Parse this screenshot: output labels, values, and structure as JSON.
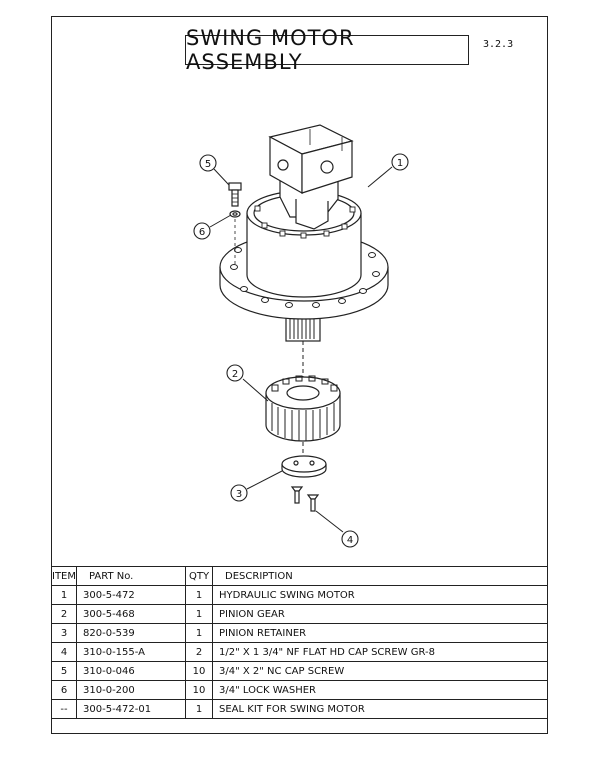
{
  "title": "SWING MOTOR ASSEMBLY",
  "page_ref": "3.2.3",
  "callouts": [
    "1",
    "2",
    "3",
    "4",
    "5",
    "6"
  ],
  "table": {
    "headers": [
      "ITEM",
      "PART No.",
      "QTY",
      "DESCRIPTION"
    ],
    "rows": [
      {
        "item": "1",
        "part": "300-5-472",
        "qty": "1",
        "desc": "HYDRAULIC SWING MOTOR"
      },
      {
        "item": "2",
        "part": "300-5-468",
        "qty": "1",
        "desc": "PINION GEAR"
      },
      {
        "item": "3",
        "part": "820-0-539",
        "qty": "1",
        "desc": "PINION RETAINER"
      },
      {
        "item": "4",
        "part": "310-0-155-A",
        "qty": "2",
        "desc": "1/2\" X 1 3/4\" NF FLAT HD CAP SCREW GR-8"
      },
      {
        "item": "5",
        "part": "310-0-046",
        "qty": "10",
        "desc": "3/4\" X 2\" NC CAP SCREW"
      },
      {
        "item": "6",
        "part": "310-0-200",
        "qty": "10",
        "desc": "3/4\" LOCK WASHER"
      },
      {
        "item": "--",
        "part": "300-5-472-01",
        "qty": "1",
        "desc": "SEAL KIT FOR SWING MOTOR"
      }
    ]
  }
}
